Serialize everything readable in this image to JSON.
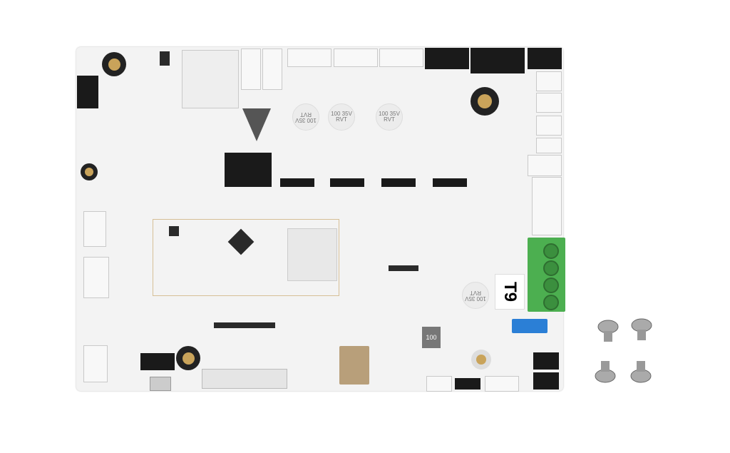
{
  "image": {
    "subject": "controller-board-with-screws"
  },
  "labels": {
    "board_id": "T9",
    "cap_1": "100 35V RVT",
    "cap_2": "100 35V RVT",
    "cap_3": "100 35V RVT",
    "cap_4": "100 35V RVT",
    "inductor": "100"
  },
  "colors": {
    "board": "#f3f3f3",
    "terminal": "#4caf50",
    "gold": "#c9a35a",
    "label_blue": "#2b7fd6"
  }
}
